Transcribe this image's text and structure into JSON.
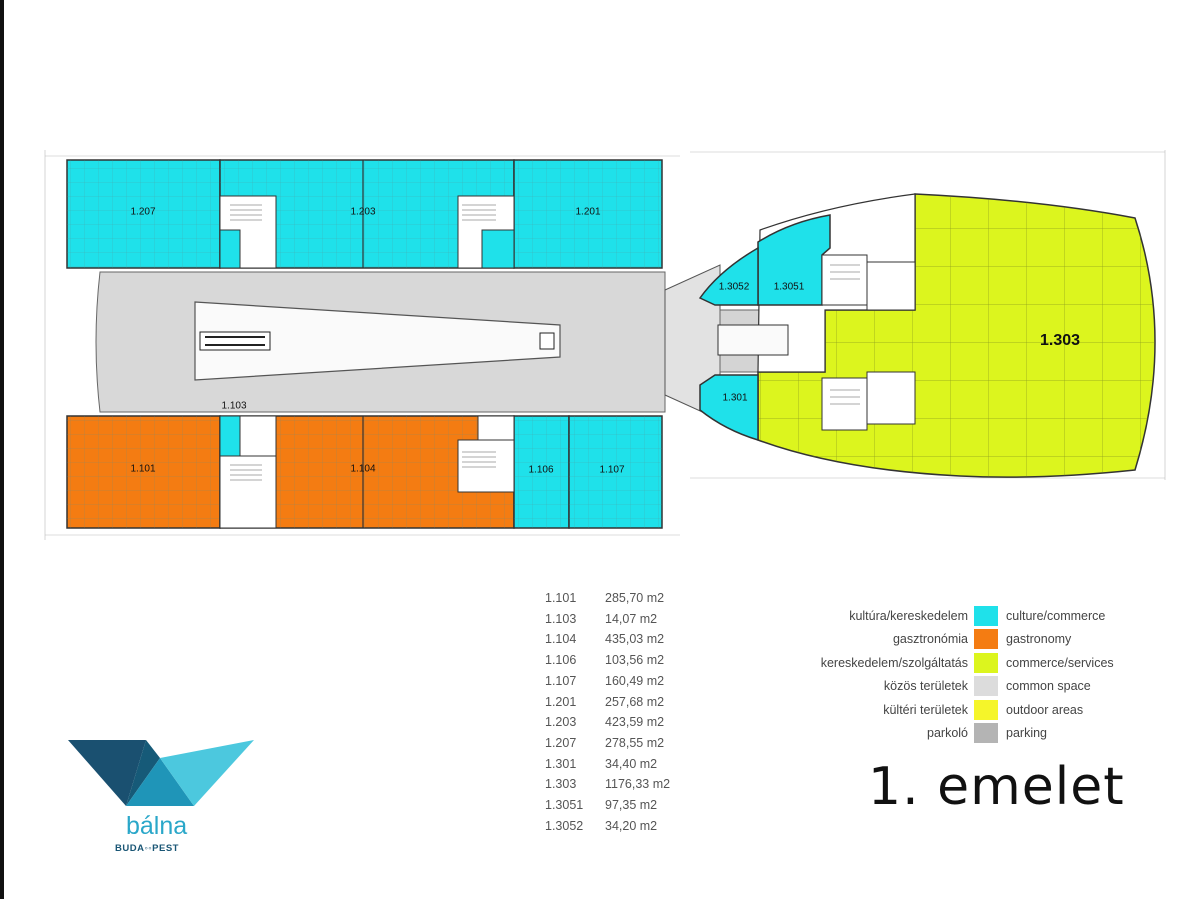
{
  "rooms": {
    "r1207": "1.207",
    "r1203": "1.203",
    "r1201": "1.201",
    "r1101": "1.101",
    "r1103": "1.103",
    "r1104": "1.104",
    "r1106": "1.106",
    "r1107": "1.107",
    "r13052": "1.3052",
    "r13051": "1.3051",
    "r1301": "1.301",
    "r1303": "1.303"
  },
  "areas": [
    {
      "code": "1.101",
      "area": "285,70 m2"
    },
    {
      "code": "1.103",
      "area": "14,07 m2"
    },
    {
      "code": "1.104",
      "area": "435,03 m2"
    },
    {
      "code": "1.106",
      "area": "103,56 m2"
    },
    {
      "code": "1.107",
      "area": "160,49 m2"
    },
    {
      "code": "1.201",
      "area": "257,68 m2"
    },
    {
      "code": "1.203",
      "area": "423,59 m2"
    },
    {
      "code": "1.207",
      "area": "278,55 m2"
    },
    {
      "code": "1.301",
      "area": "34,40 m2"
    },
    {
      "code": "1.303",
      "area": "1176,33 m2"
    },
    {
      "code": "1.3051",
      "area": "97,35 m2"
    },
    {
      "code": "1.3052",
      "area": "34,20 m2"
    }
  ],
  "legend": [
    {
      "hu": "kultúra/kereskedelem",
      "en": "culture/commerce",
      "color": "#1fe1ea"
    },
    {
      "hu": "gasztronómia",
      "en": "gastronomy",
      "color": "#f47c12"
    },
    {
      "hu": "kereskedelem/szolgáltatás",
      "en": "commerce/services",
      "color": "#dcf51e"
    },
    {
      "hu": "közös területek",
      "en": "common space",
      "color": "#dcdcdc"
    },
    {
      "hu": "kültéri területek",
      "en": "outdoor areas",
      "color": "#f5f52a"
    },
    {
      "hu": "parkoló",
      "en": "parking",
      "color": "#b4b4b4"
    }
  ],
  "floor_title": "1. emelet",
  "logo": {
    "word": "bálna",
    "city": "BUDA◦◦PEST"
  },
  "colors": {
    "culture": "#1fe1ea",
    "gastronomy": "#f47c12",
    "services": "#dcf51e",
    "common": "#d6d6d6"
  }
}
